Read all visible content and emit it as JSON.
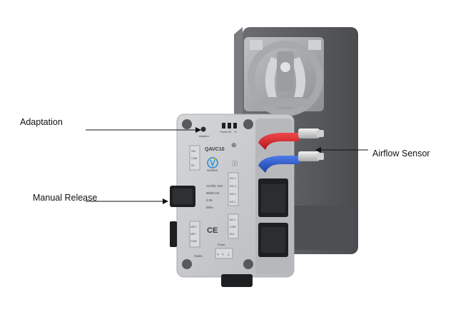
{
  "callouts": {
    "adaptation": "Adaptation",
    "manual_release": "Manual Release",
    "airflow_sensor": "Airflow Sensor"
  },
  "device": {
    "model": "QAVC10",
    "brand": "SIEMENS",
    "specs": [
      "AC/DC 24V",
      "50/60 Hz",
      "2.0s",
      "5Nm"
    ],
    "led_labels": [
      "Adaption",
      "Power",
      "Rx",
      "Tx"
    ],
    "left_top_terminals": [
      "24V",
      "COM",
      "0V"
    ],
    "right_top_terminals": [
      "DO-2",
      "DO-2",
      "DO-1",
      "DO-1"
    ],
    "right_bottom_terminals": [
      "AO-1",
      "COM",
      "IN-1"
    ],
    "left_bottom_terminals": [
      "NET+",
      "NET-",
      "COM"
    ],
    "ce_mark": "CE",
    "panel_label": "PANEL",
    "power_label": "Power",
    "power_symbols": [
      "+",
      "≈",
      "⊥"
    ]
  },
  "colors": {
    "housing": "#c9cbcd",
    "back_panel": "#5e6063",
    "red_tube": "#d8262c",
    "blue_tube": "#2a56c7",
    "connector": "#1e1f21"
  }
}
